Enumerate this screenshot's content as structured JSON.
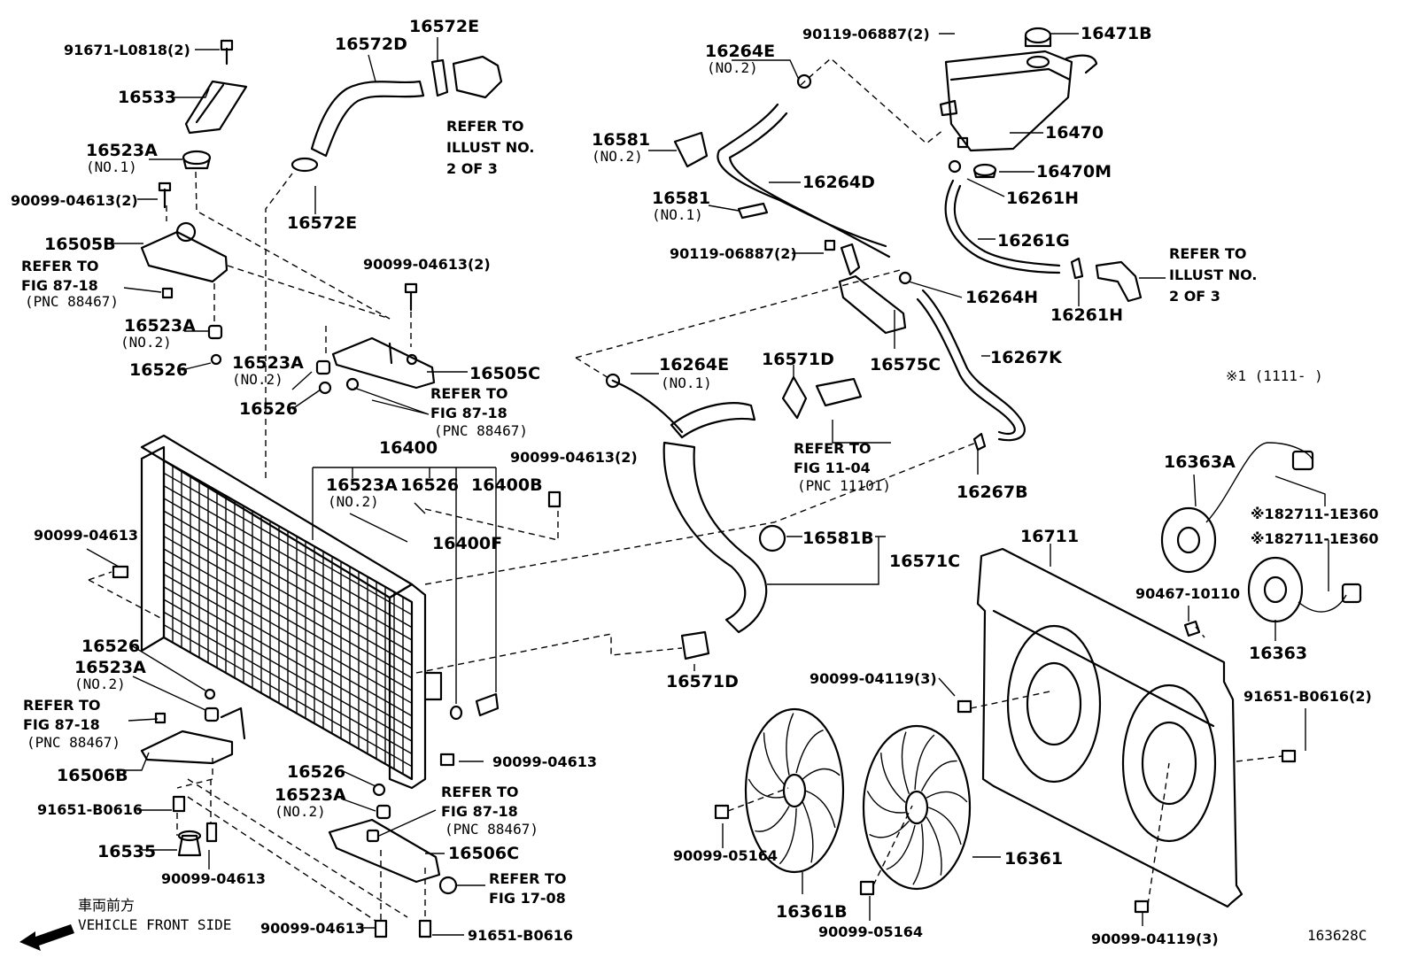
{
  "parts": {
    "p91671": "91671-L0818(2)",
    "p16533": "16533",
    "p16523A": "16523A",
    "no1": "(NO.1)",
    "no2": "(NO.2)",
    "p90099_04613_2": "90099-04613(2)",
    "p16505B": "16505B",
    "p16523A_b": "16523A",
    "p16526": "16526",
    "p16572D": "16572D",
    "p16572E": "16572E",
    "p16505C": "16505C",
    "p16400": "16400",
    "p16400B": "16400B",
    "p16400F": "16400F",
    "p90099_04613": "90099-04613",
    "p16506B": "16506B",
    "p91651_B0616": "91651-B0616",
    "p16535": "16535",
    "p16506C": "16506C",
    "p16264E": "16264E",
    "p16581": "16581",
    "p16264D": "16264D",
    "p90119_06887_2": "90119-06887(2)",
    "p16264H": "16264H",
    "p16575C": "16575C",
    "p16571D": "16571D",
    "p16581B": "16581B",
    "p16571C": "16571C",
    "p16471B": "16471B",
    "p16470": "16470",
    "p16470M": "16470M",
    "p16261H": "16261H",
    "p16261G": "16261G",
    "p16267K": "16267K",
    "p16267B": "16267B",
    "p16363A": "16363A",
    "p182711": "※182711-1E360",
    "p16711": "16711",
    "p90467": "90467-10110",
    "p16363": "16363",
    "p90099_04119_3": "90099-04119(3)",
    "p91651_B0616_2": "91651-B0616(2)",
    "p90099_05164": "90099-05164",
    "p16361": "16361",
    "p16361B": "16361B"
  },
  "notes": {
    "refer_to": "REFER TO",
    "illust_no": "ILLUST NO.",
    "two_of_3": "2 OF 3",
    "fig_87_18": "FIG 87-18",
    "pnc_88467": "(PNC 88467)",
    "fig_11_04": "FIG 11-04",
    "pnc_11101": "(PNC 11101)",
    "fig_17_08": "FIG 17-08",
    "footnote": "※1 (1111-      )",
    "vehicle_jp": "車両前方",
    "vehicle_front": "VEHICLE FRONT SIDE",
    "diagram_no": "163628C"
  }
}
